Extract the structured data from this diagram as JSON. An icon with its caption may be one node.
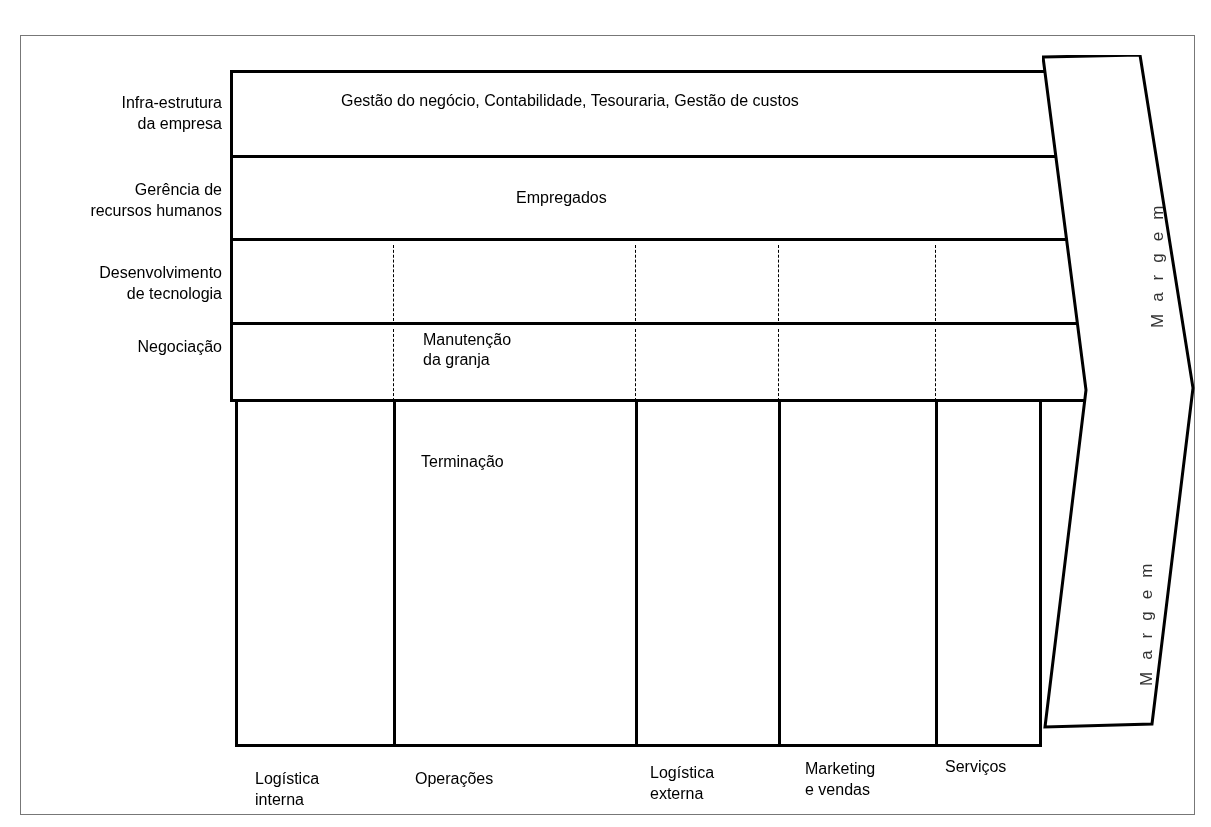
{
  "diagram": {
    "nodes": [
      {
        "text": [
          "Gestão do negócio, Contabilidade, Tesouraria, Gestão de custos"
        ],
        "beside": [
          "Infra-estrutura da empresa"
        ]
      },
      {
        "text": [
          "Empregados"
        ],
        "beside": [
          "Gerência de recursos humanos"
        ]
      },
      {
        "text": [],
        "shape": "box",
        "beside": [
          "Desenvolvimento de tecnologia"
        ]
      },
      {
        "text": [
          "Manutenção da granja"
        ],
        "beside": [
          "Negociação"
        ]
      },
      {
        "text": [],
        "shape": "box",
        "beside": [
          "Logística interna"
        ]
      },
      {
        "text": [
          "Terminação"
        ],
        "beside": [
          "Operações"
        ]
      },
      {
        "text": [],
        "shape": "box",
        "beside": [
          "Logística externa"
        ]
      },
      {
        "text": [],
        "shape": "box",
        "beside": [
          "Marketing e vendas"
        ]
      },
      {
        "text": [],
        "shape": "box",
        "beside": [
          "Serviços"
        ]
      },
      {
        "text": [
          "Margem",
          "Margem"
        ]
      }
    ],
    "edges": []
  }
}
